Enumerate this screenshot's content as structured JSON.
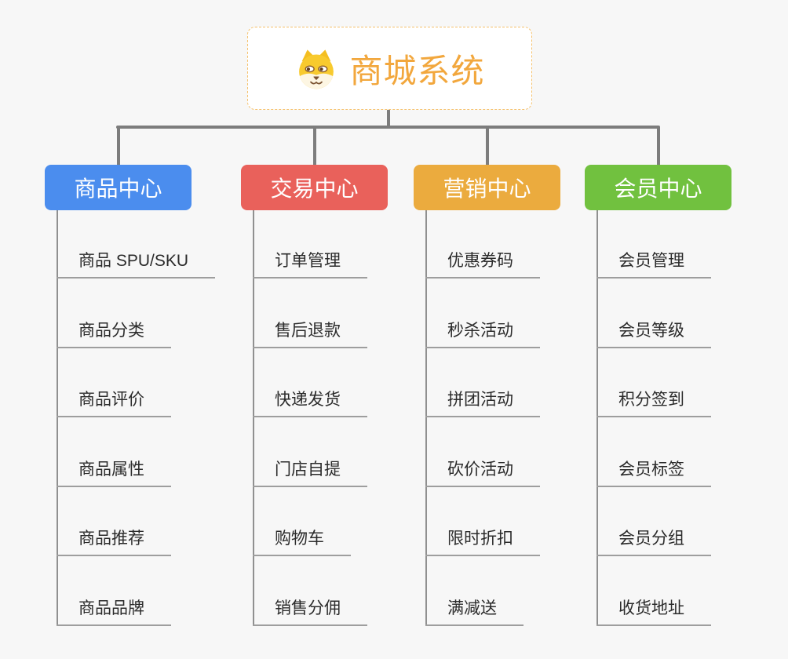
{
  "root": {
    "title": "商城系统",
    "icon": "shiba-dog-icon"
  },
  "branches": [
    {
      "label": "商品中心",
      "color": "#4B8DEE",
      "children": [
        "商品 SPU/SKU",
        "商品分类",
        "商品评价",
        "商品属性",
        "商品推荐",
        "商品品牌"
      ]
    },
    {
      "label": "交易中心",
      "color": "#E9615B",
      "children": [
        "订单管理",
        "售后退款",
        "快递发货",
        "门店自提",
        "购物车",
        "销售分佣"
      ]
    },
    {
      "label": "营销中心",
      "color": "#EBAB3E",
      "children": [
        "优惠券码",
        "秒杀活动",
        "拼团活动",
        "砍价活动",
        "限时折扣",
        "满减送"
      ]
    },
    {
      "label": "会员中心",
      "color": "#71C13F",
      "children": [
        "会员管理",
        "会员等级",
        "积分签到",
        "会员标签",
        "会员分组",
        "收货地址"
      ]
    }
  ],
  "colors": {
    "background": "#F7F7F7",
    "root_text": "#F2A73D",
    "root_border": "#F5C16C",
    "connector": "#7D7D7D",
    "trunk_line": "#909090",
    "leaf_line": "#9E9E9E",
    "leaf_text": "#2B2B2B"
  }
}
